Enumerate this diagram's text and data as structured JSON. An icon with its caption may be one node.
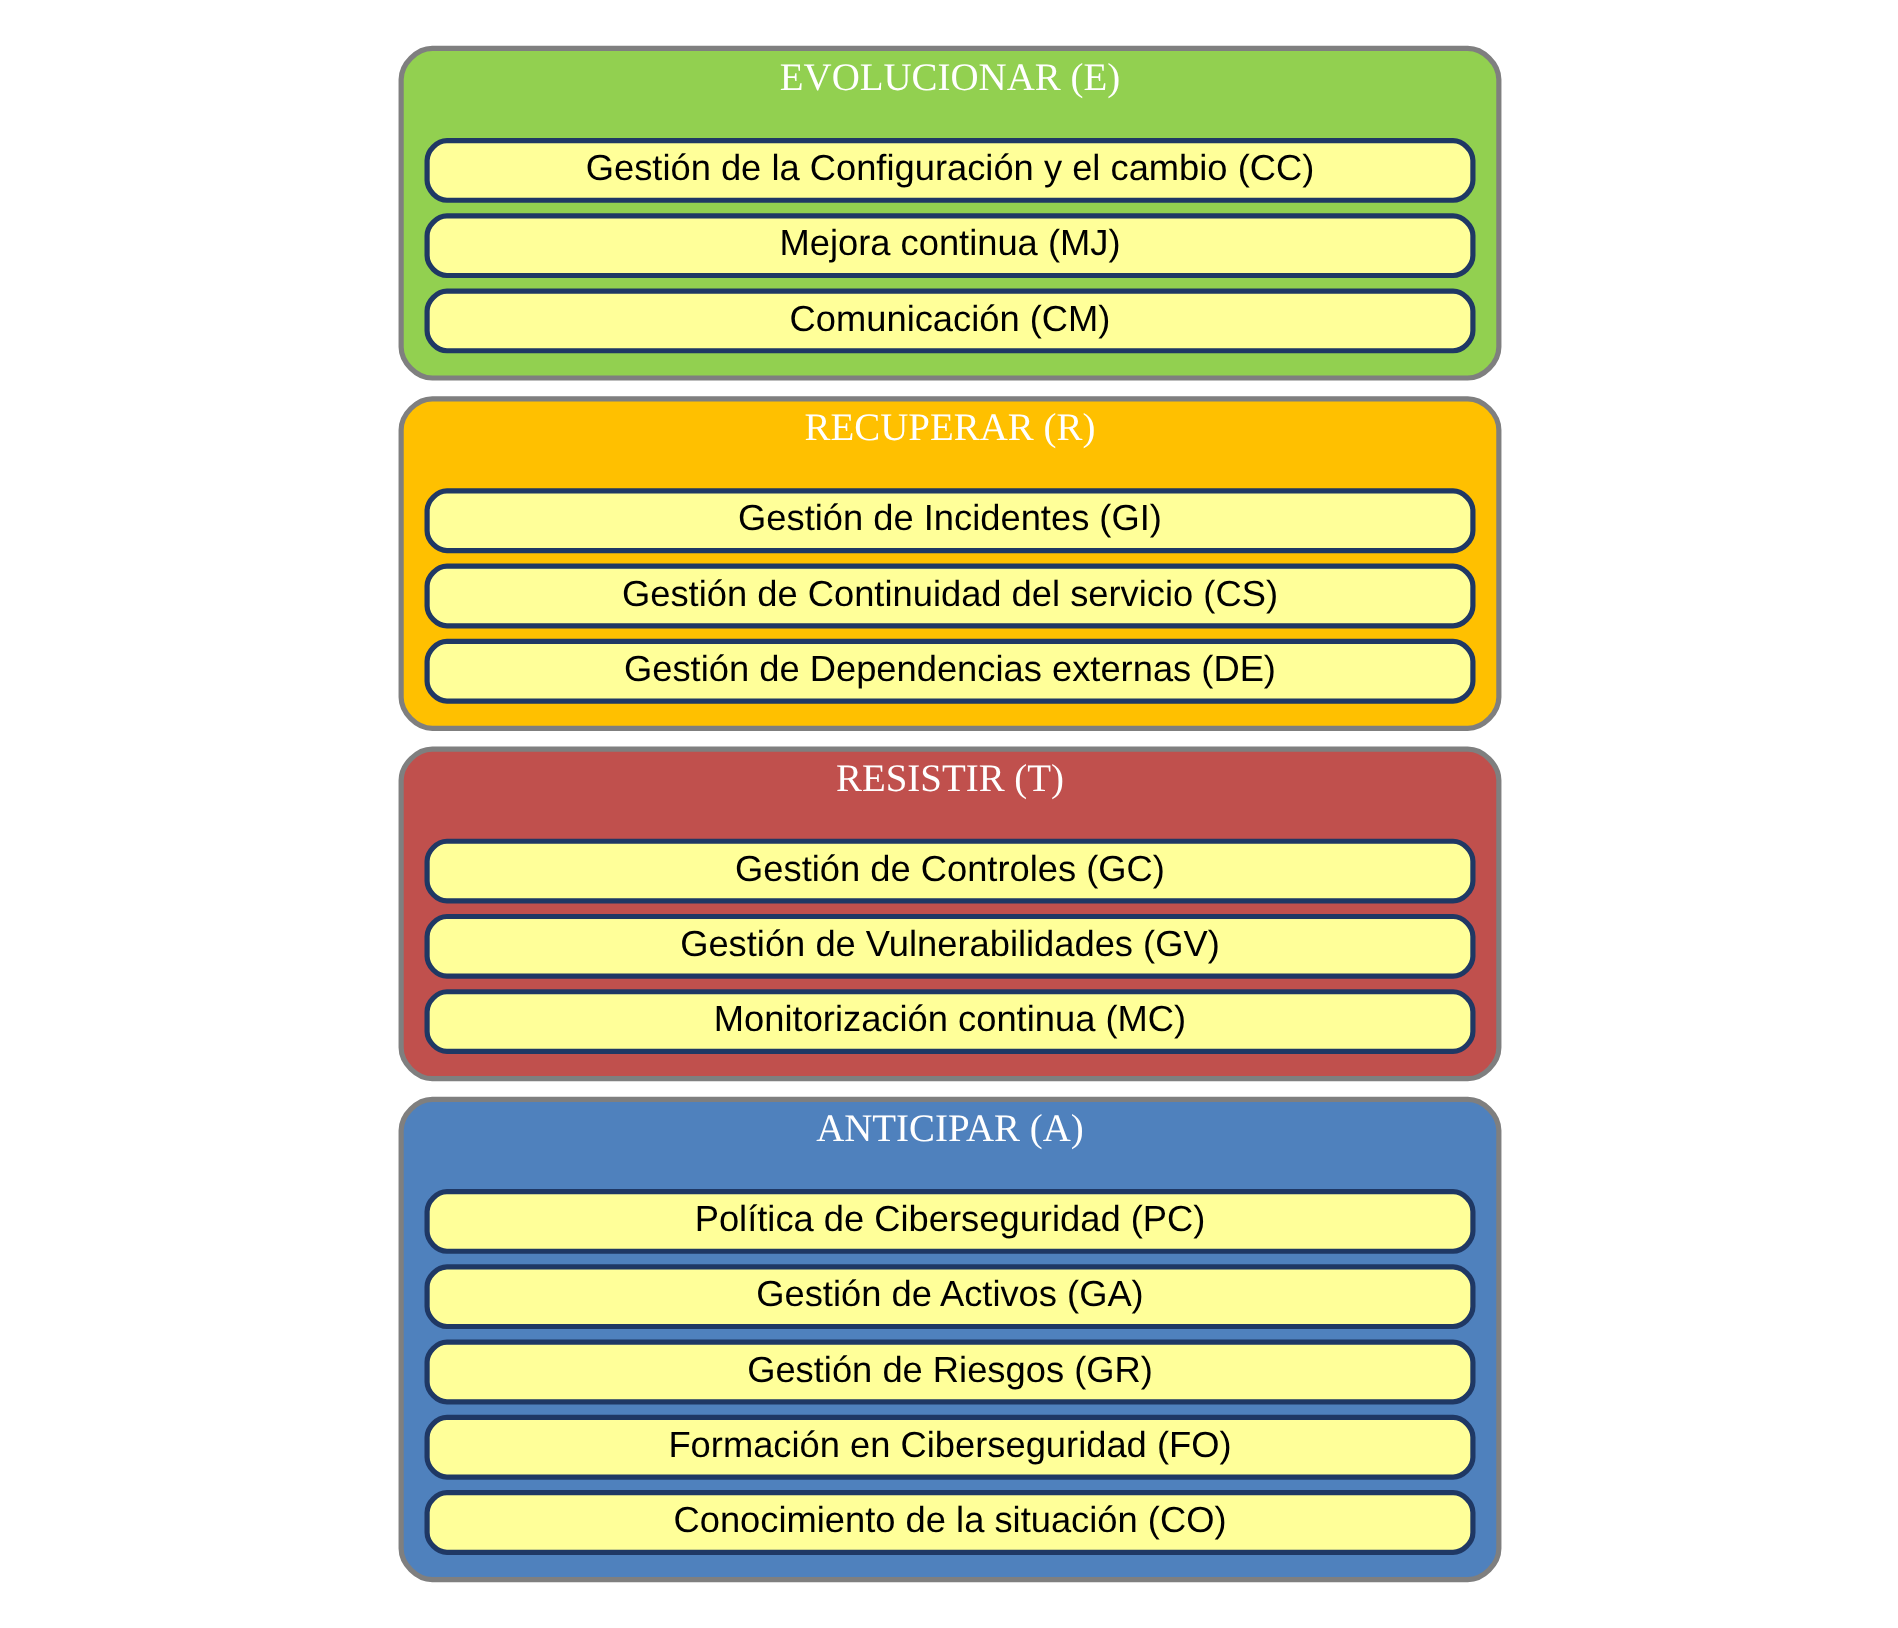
{
  "diagram": {
    "nodes": [
      {
        "text": [
          "ANTICIPAR (A)"
        ]
      },
      {
        "text": [
          "Política de Ciberseguridad (PC)"
        ],
        "in": 0
      },
      {
        "text": [
          "Gestión de Activos (GA)"
        ],
        "in": 0
      },
      {
        "text": [
          "Gestión de Riesgos (GR)"
        ],
        "in": 0
      },
      {
        "text": [
          "Formación en Ciberseguridad (FO)"
        ],
        "in": 0
      },
      {
        "text": [
          "Conocimiento de la situación (CO)"
        ],
        "in": 0
      },
      {
        "text": [
          "RESISTIR (T)"
        ]
      },
      {
        "text": [
          "Gestión de Controles (GC)"
        ],
        "in": 6
      },
      {
        "text": [
          "Gestión de Vulnerabilidades (GV)"
        ],
        "in": 6
      },
      {
        "text": [
          "Monitorización continua (MC)"
        ],
        "in": 6
      },
      {
        "text": [
          "RECUPERAR (R)"
        ]
      },
      {
        "text": [
          "Gestión de Incidentes (GI)"
        ],
        "in": 10
      },
      {
        "text": [
          "Gestión de Continuidad del servicio (CS)"
        ],
        "in": 10
      },
      {
        "text": [
          "Gestión de Dependencias externas (DE)"
        ],
        "in": 10
      },
      {
        "text": [
          "EVOLUCIONAR (E)"
        ]
      },
      {
        "text": [
          "Gestión de la Configuración y el cambio (CC)"
        ],
        "in": 14
      },
      {
        "text": [
          "Mejora continua (MJ)"
        ],
        "in": 14
      },
      {
        "text": [
          "Comunicación (CM)"
        ],
        "in": 14
      }
    ],
    "edges": []
  }
}
